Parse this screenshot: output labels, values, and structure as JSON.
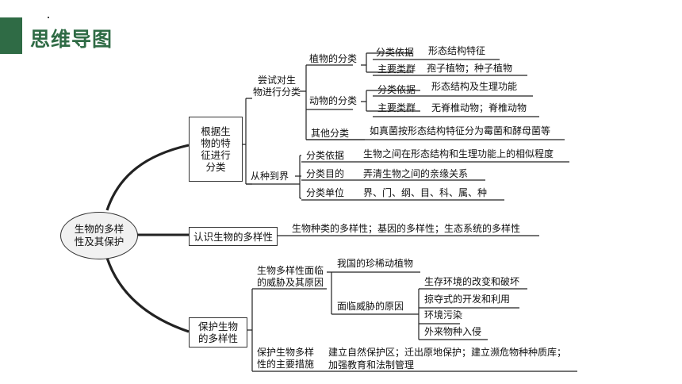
{
  "header": {
    "title": "思维导图",
    "accent_color": "#2f6b45"
  },
  "root": [
    "生物的多样",
    "性及其保护"
  ],
  "branch1": {
    "label": [
      "根据生",
      "物的特",
      "征进行",
      "分类"
    ],
    "try_classify": {
      "label": [
        "尝试对生",
        "物进行分类"
      ],
      "plants": {
        "label": "植物的分类",
        "basis_key": "分类依据",
        "basis_val": "形态结构特征",
        "groups_key": "主要类群",
        "groups_val": "孢子植物；种子植物"
      },
      "animals": {
        "label": "动物的分类",
        "basis_key": "分类依据",
        "basis_val": "形态结构及生理功能",
        "groups_key": "主要类群",
        "groups_val": "无脊椎动物；脊椎动物"
      },
      "other": {
        "label": "其他分类",
        "val": "如真菌按形态结构特征分为霉菌和酵母菌等"
      }
    },
    "species_to_kingdom": {
      "label": "从种到界",
      "basis_key": "分类依据",
      "basis_val": "生物之间在形态结构和生理功能上的相似程度",
      "purpose_key": "分类目的",
      "purpose_val": "弄清生物之间的亲缘关系",
      "units_key": "分类单位",
      "units_val": "界、门、纲、目、科、属、种"
    }
  },
  "branch2": {
    "label": "认识生物的多样性",
    "val": "生物种类的多样性；基因的多样性；生态系统的多样性"
  },
  "branch3": {
    "label": [
      "保护生物",
      "的多样性"
    ],
    "threats": {
      "label": [
        "生物多样性面临",
        "的威胁及其原因"
      ],
      "rare": "我国的珍稀动植物",
      "reasons_label": "面临威胁的原因",
      "reasons": [
        "生存环境的改变和破坏",
        "掠夺式的开发和利用",
        "环境污染",
        "外来物种入侵"
      ]
    },
    "measures": {
      "label": [
        "保护生物多样",
        "性的主要措施"
      ],
      "line1": "建立自然保护区；迁出原地保护；建立濒危物种种质库；",
      "line2": "加强教育和法制管理"
    }
  }
}
